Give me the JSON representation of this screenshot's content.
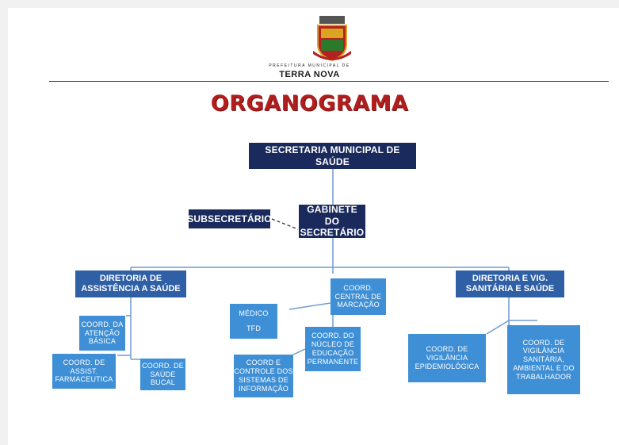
{
  "header": {
    "logo": {
      "name": "terra-nova-coat-of-arms",
      "colors": {
        "red": "#b52020",
        "green": "#2a7a2a",
        "gold": "#d9a521",
        "gray": "#555555"
      },
      "caption": "PREFEITURA MUNICIPAL DE",
      "city": "TERRA NOVA"
    },
    "title": "ORGANOGRAMA"
  },
  "colors": {
    "dark_box": "#1a2a5c",
    "mid_box": "#2f5fa5",
    "light_box": "#3e8fd6",
    "connector": "#6f9ccf",
    "title": "#b01e1e"
  },
  "nodes": {
    "secretaria": "SECRETARIA  MUNICIPAL DE\nSAÚDE",
    "gabinete": "GABINETE DO\nSECRETÁRIO",
    "subsecretario": "SUBSECRETÁRIO",
    "diretoria_assistencia": "DIRETORIA DE\nASSISTÊNCIA A SAÚDE",
    "coord_central_marcacao": "COORD.\nCENTRAL DE\nMARCAÇÃO",
    "diretoria_vig": "DIRETORIA E VIG.\nSANITÁRIA E SAÚDE",
    "coord_atencao_basica": "COORD. DA\nATENÇÃO\nBÁSICA",
    "coord_assist_farmaceutica": "COORD. DE\nASSIST.\nFARMACEUTICA",
    "coord_saude_bucal": "COORD. DE\nSAÚDE\nBUCAL",
    "medico_tfd": {
      "line1": "MÉDICO",
      "line2": "TFD"
    },
    "coord_educacao_permanente": "COORD. DO\nNÚCLEO DE\nEDUCAÇÃO\nPERMANENTE",
    "coord_sistemas_informacao": "COORD E\nCONTROLE DOS\nSISTEMAS DE\nINFORMAÇÃO",
    "coord_vig_epidemiologica": "COORD. DE\nVIGILÂNCIA\nEPIDEMIOLÓGICA",
    "coord_vig_sanitaria": "COORD. DE\nVIGILÂNCIA\nSANITÁRIA,\nAMBIENTAL E DO\nTRABALHADOR"
  }
}
